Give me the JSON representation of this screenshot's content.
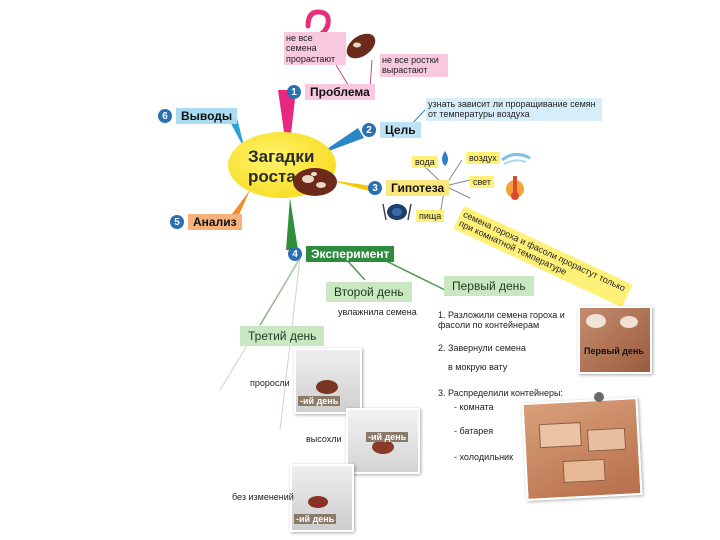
{
  "center": {
    "line1": "Загадки",
    "line2": "роста"
  },
  "branches": [
    {
      "num": "1",
      "label": "Проблема"
    },
    {
      "num": "2",
      "label": "Цель"
    },
    {
      "num": "3",
      "label": "Гипотеза"
    },
    {
      "num": "4",
      "label": "Эксперимент"
    },
    {
      "num": "5",
      "label": "Анализ"
    },
    {
      "num": "6",
      "label": "Выводы"
    }
  ],
  "problem": {
    "q1": "не все семена прорастают",
    "q2": "не все ростки вырастают"
  },
  "goal": "узнать зависит ли проращивание семян от температуры воздуха",
  "hypothesis": {
    "water": "вода",
    "air": "воздух",
    "light": "свет",
    "food": "пища",
    "statement": "семена гороха и фасоли прорастут только при комнатной температуре"
  },
  "days": {
    "first": "Первый день",
    "second": "Второй день",
    "third": "Третий день"
  },
  "second_day_note": "увлажнила семена",
  "steps": [
    "1. Разложили семена гороха и фасоли по контейнерам",
    "2. Завернули семена",
    "в мокрую вату",
    "3. Распределили контейнеры:",
    "- комната",
    "- батарея",
    "- холодильник"
  ],
  "photo_labels": {
    "first_day": "Первый день",
    "day_n": "-ий день",
    "day_n2": "-ий день",
    "day_n3": "-ий день"
  },
  "results": {
    "sprouted": "проросли",
    "dried": "высохли",
    "unchanged": "без изменений"
  }
}
